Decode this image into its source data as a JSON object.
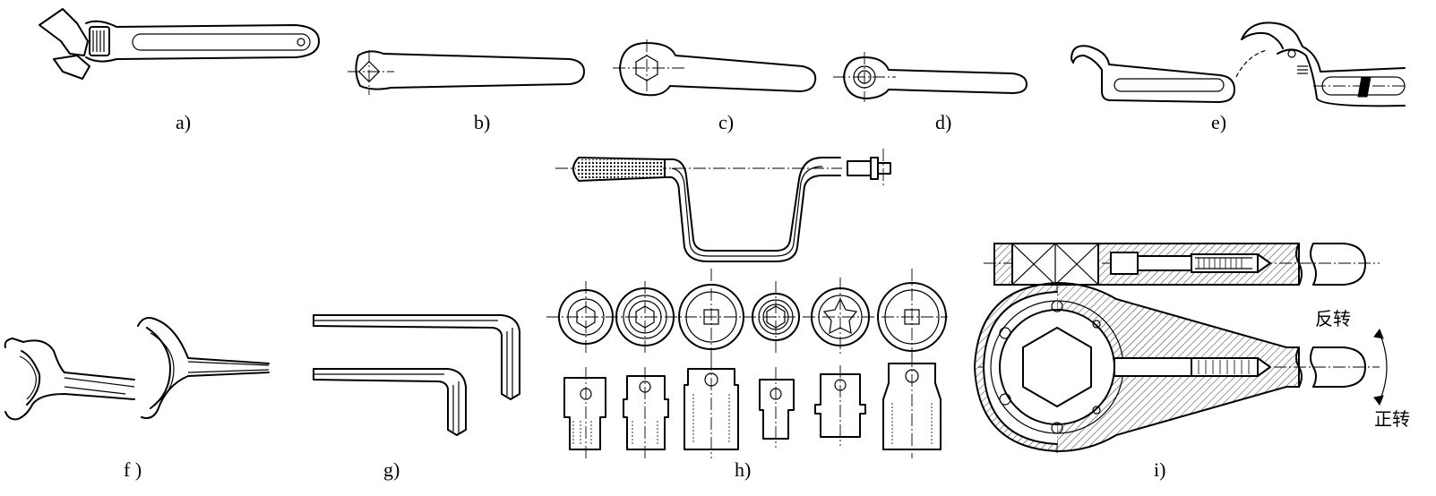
{
  "labels": {
    "a": "a)",
    "b": "b)",
    "c": "c)",
    "d": "d)",
    "e": "e)",
    "f": "f )",
    "g": "g)",
    "h": "h)",
    "i": "i)"
  },
  "rotation": {
    "reverse": "反转",
    "forward": "正转"
  }
}
